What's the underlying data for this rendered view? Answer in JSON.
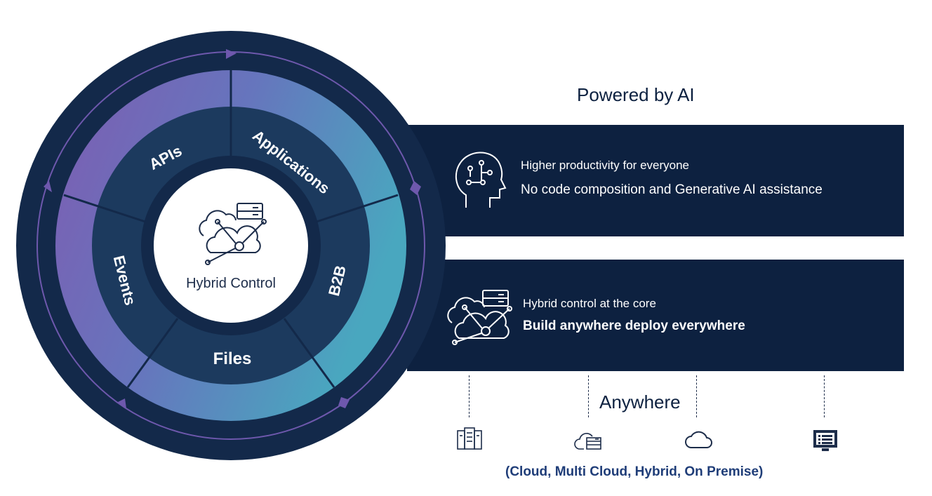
{
  "heading": "Powered by AI",
  "wheel": {
    "center_label": "Hybrid Control",
    "segments": [
      "APIs",
      "Applications",
      "B2B",
      "Files",
      "Events"
    ]
  },
  "panels": [
    {
      "subtitle": "Higher productivity for everyone",
      "main": "No code composition and Generative AI assistance",
      "icon": "ai-head-icon"
    },
    {
      "subtitle": "Hybrid control at the core",
      "main": "Build anywhere deploy everywhere",
      "icon": "hybrid-cloud-icon"
    }
  ],
  "deployment": {
    "label": "Anywhere",
    "targets": "(Cloud, Multi Cloud, Hybrid, On Premise)",
    "icons": [
      "server-rack-icon",
      "cloud-server-icon",
      "cloud-icon",
      "monitor-list-icon"
    ]
  },
  "colors": {
    "navy": "#0d2140",
    "ring_dark": "#13294a",
    "inner_ring": "#1c3a5e",
    "purple": "#7a5fb4",
    "teal": "#44b0bc"
  }
}
